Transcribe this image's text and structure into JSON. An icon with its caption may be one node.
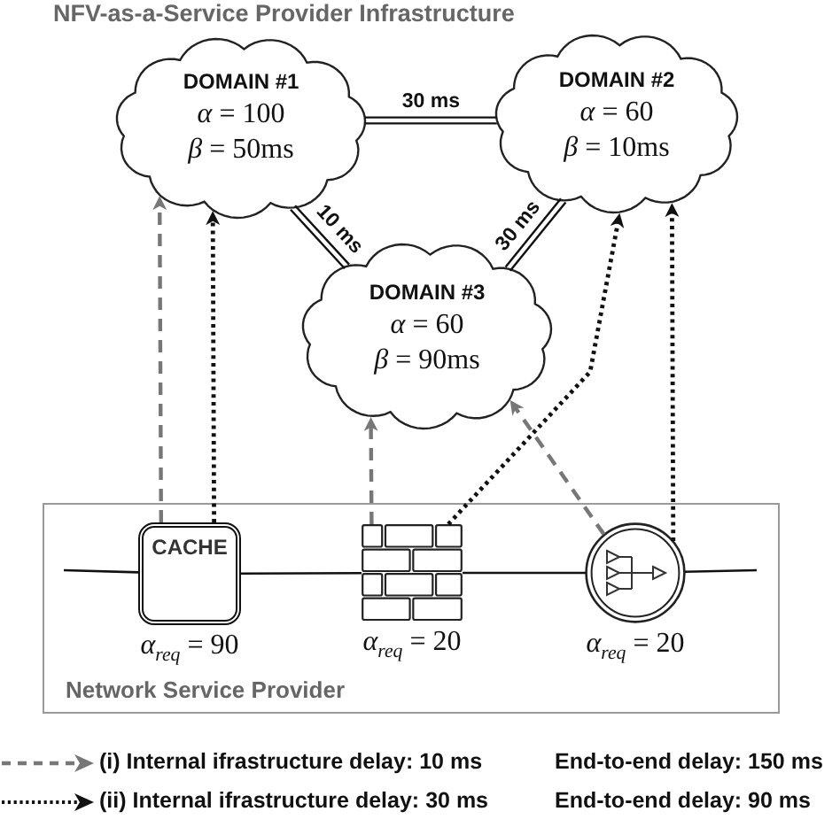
{
  "diagram": {
    "title": "NFV-as-a-Service Provider Infrastructure",
    "nodes": [
      {
        "text": [
          "DOMAIN #1",
          "*α* = 100",
          "*β* = 50ms"
        ]
      },
      {
        "text": [
          "DOMAIN #2",
          "*α* = 60",
          "*β* = 10ms"
        ]
      },
      {
        "text": [
          "DOMAIN #3",
          "*α* = 60",
          "*β* = 90ms"
        ]
      },
      {
        "text": [
          "Network Service Provider"
        ]
      },
      {
        "text": [
          "CACHE"
        ],
        "in": 3,
        "beside": [
          "*α*$_{req}$ = 90"
        ]
      },
      {
        "text": [],
        "shape": "picture",
        "in": 3,
        "beside": [
          "*α*$_{req}$ = 20"
        ]
      },
      {
        "text": [],
        "shape": "circle",
        "in": 3,
        "beside": [
          "*α*$_{req}$ = 20"
        ]
      }
    ],
    "edges": [
      {
        "from": 0,
        "to": 1,
        "arrow": "none",
        "label": "30 ms"
      },
      {
        "from": 0,
        "to": 2,
        "arrow": "none",
        "label": "10 ms"
      },
      {
        "from": 1,
        "to": 2,
        "arrow": "none",
        "label": "30 ms"
      },
      {
        "from": 4,
        "to": 0,
        "arrow": "to",
        "style": "dashed",
        "color": "#777777"
      },
      {
        "from": 4,
        "to": 0,
        "arrow": "to",
        "style": "dashed"
      },
      {
        "from": 5,
        "to": 2,
        "arrow": "to",
        "style": "dashed",
        "color": "#777777"
      },
      {
        "from": 5,
        "to": 1,
        "arrow": "to",
        "style": "dashed"
      },
      {
        "from": 6,
        "to": 2,
        "arrow": "to",
        "style": "dashed",
        "color": "#777777"
      },
      {
        "from": 6,
        "to": 1,
        "arrow": "to",
        "style": "dashed"
      },
      {
        "from": null,
        "to": 4,
        "arrow": "none"
      },
      {
        "from": 4,
        "to": 5,
        "arrow": "none"
      },
      {
        "from": 5,
        "to": 6,
        "arrow": "none"
      },
      {
        "from": 6,
        "to": null,
        "arrow": "none"
      }
    ],
    "labels": [
      "End-to-end delay: 150 ms",
      "End-to-end delay: 90 ms"
    ],
    "legend": [
      {
        "text": "(i) Internal ifrastructure delay: 10 ms"
      },
      {
        "text": "(ii) Internal ifrastructure delay: 30 ms"
      }
    ]
  }
}
